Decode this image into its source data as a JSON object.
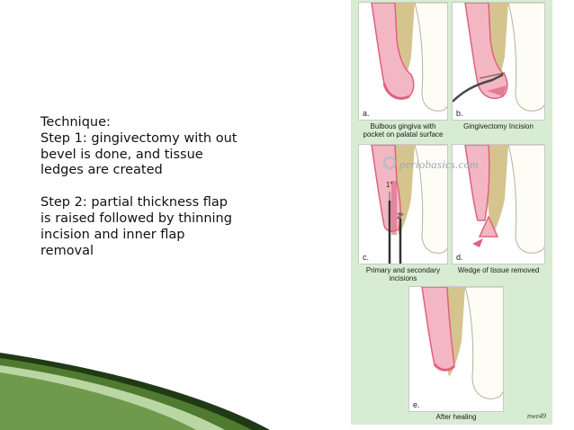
{
  "slide": {
    "text_lines": [
      "Technique:",
      "Step 1: gingivectomy with out",
      "bevel is done, and tissue",
      "ledges are created",
      "",
      "Step 2: partial thickness flap",
      "is raised followed by thinning",
      "incision and inner flap",
      "removal"
    ]
  },
  "figure": {
    "panels": [
      {
        "letter": "a.",
        "caption": "Bulbous gingiva with\npocket on palatal surface"
      },
      {
        "letter": "b.",
        "caption": "Gingivectomy Incision"
      },
      {
        "letter": "c.",
        "caption": "Primary and secondary\nincisions"
      },
      {
        "letter": "d.",
        "caption": "Wedge of tissue removed"
      },
      {
        "letter": "e.",
        "caption": "After healing"
      }
    ],
    "incision_labels": [
      "1°",
      "2°"
    ],
    "watermark": "periobasics.com",
    "signature": "nwe49",
    "colors": {
      "background": "#d8ecd3",
      "gingiva": "#f2b7c3",
      "gingiva_edge": "#e0617e",
      "bone": "#d6c48e",
      "tooth": "#fdfcf5"
    }
  },
  "decoration": {
    "colors": [
      "#1f3a14",
      "#4f7a30",
      "#b9d6a3"
    ]
  }
}
